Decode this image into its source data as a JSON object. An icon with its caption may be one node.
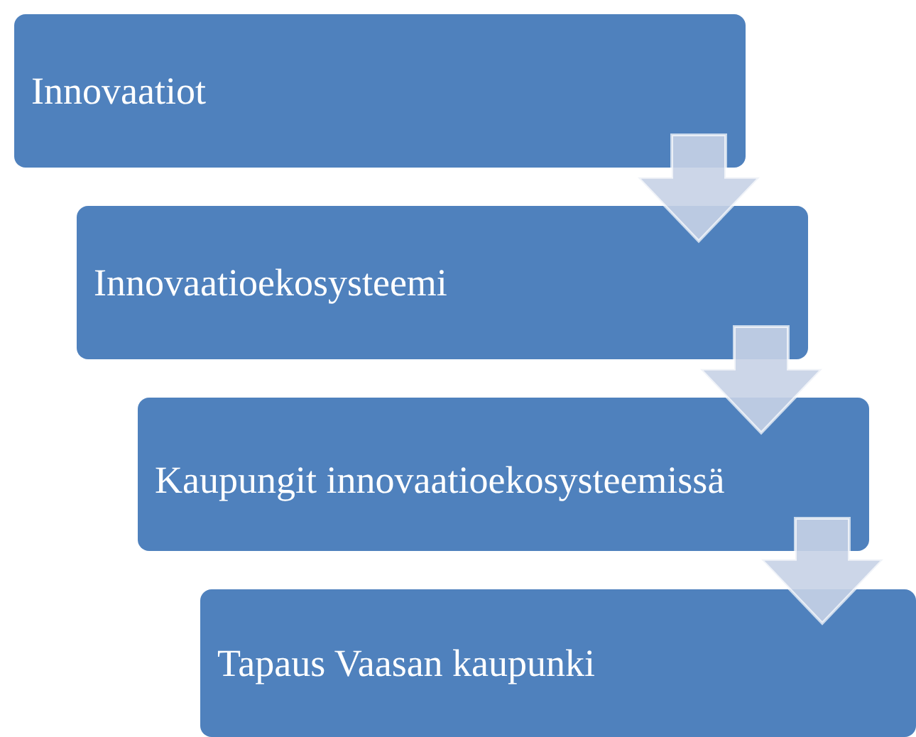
{
  "diagram": {
    "nodes": [
      {
        "text": [
          "Innovaatiot"
        ]
      },
      {
        "text": [
          "Innovaatioekosysteemi"
        ]
      },
      {
        "text": [
          "Kaupungit innovaatioekosysteemissä"
        ]
      },
      {
        "text": [
          "Tapaus Vaasan kaupunki"
        ]
      }
    ],
    "edges": [
      {
        "from": 0,
        "to": 1,
        "arrow": "to"
      },
      {
        "from": 1,
        "to": 2,
        "arrow": "to"
      },
      {
        "from": 2,
        "to": 3,
        "arrow": "to"
      }
    ]
  }
}
